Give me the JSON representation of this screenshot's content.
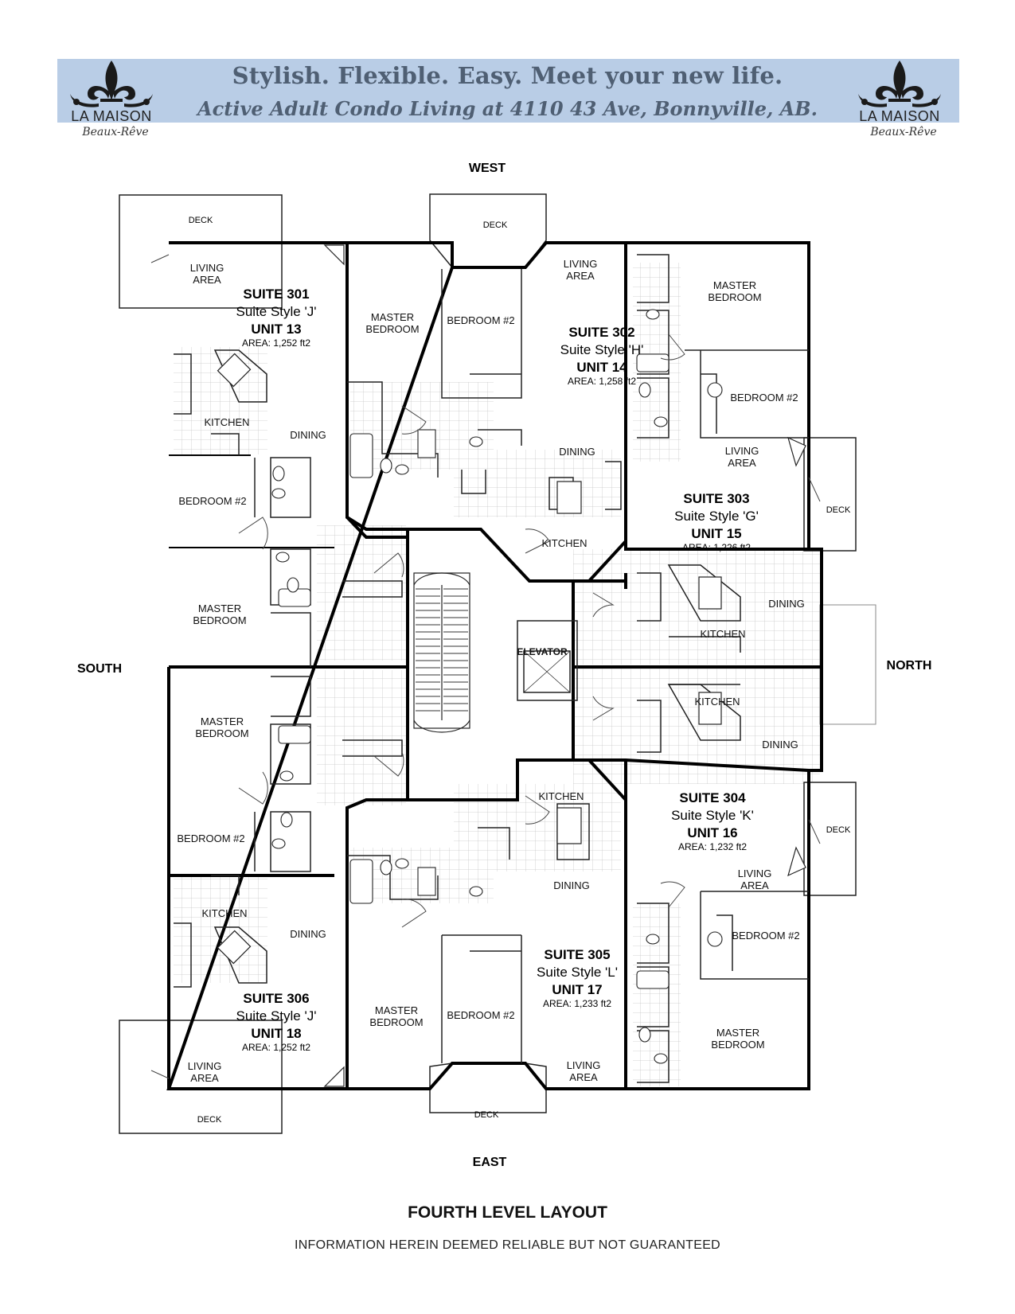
{
  "header": {
    "tagline": "Stylish. Flexible. Easy.   Meet your new life.",
    "subtitle": "Active Adult Condo Living at 4110 43 Ave, Bonnyville, AB.",
    "logo_name": "LA MAISON",
    "logo_script": "Beaux-Rêve"
  },
  "compass": {
    "west": "WEST",
    "east": "EAST",
    "south": "SOUTH",
    "north": "NORTH"
  },
  "rooms": {
    "deck": "DECK",
    "living_area_1": "LIVING",
    "living_area_2": "AREA",
    "master_1": "MASTER",
    "master_2": "BEDROOM",
    "bedroom2": "BEDROOM #2",
    "kitchen": "KITCHEN",
    "dining": "DINING",
    "elevator": "ELEVATOR"
  },
  "suites": [
    {
      "name": "SUITE 301",
      "style": "Suite Style 'J'",
      "unit": "UNIT 13",
      "area": "AREA: 1,252 ft2"
    },
    {
      "name": "SUITE 302",
      "style": "Suite Style 'H'",
      "unit": "UNIT 14",
      "area": "AREA: 1,258 ft2"
    },
    {
      "name": "SUITE 303",
      "style": "Suite Style 'G'",
      "unit": "UNIT 15",
      "area": "AREA: 1,226 ft2"
    },
    {
      "name": "SUITE 304",
      "style": "Suite Style 'K'",
      "unit": "UNIT 16",
      "area": "AREA: 1,232 ft2"
    },
    {
      "name": "SUITE 305",
      "style": "Suite Style 'L'",
      "unit": "UNIT 17",
      "area": "AREA: 1,233 ft2"
    },
    {
      "name": "SUITE 306",
      "style": "Suite Style 'J'",
      "unit": "UNIT 18",
      "area": "AREA: 1,252 ft2"
    }
  ],
  "footer": {
    "title": "FOURTH LEVEL LAYOUT",
    "disclaimer": "INFORMATION HEREIN DEEMED RELIABLE BUT NOT GUARANTEED"
  }
}
